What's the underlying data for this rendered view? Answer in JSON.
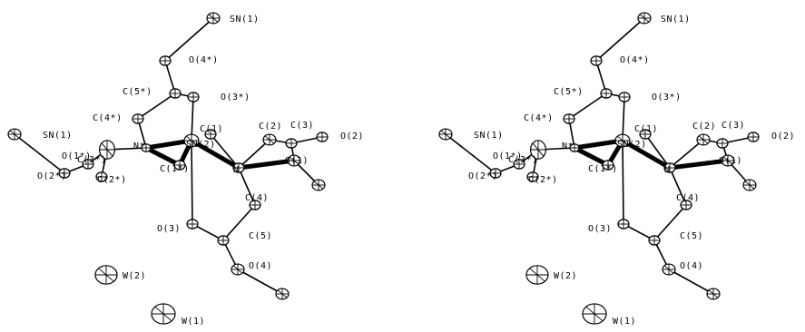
{
  "figure": {
    "views": [
      "left",
      "right"
    ],
    "atom_labels": {
      "sn1": "SN(1)",
      "sn2": "SN(2)",
      "o1": "O(1)",
      "o2": "O(2)",
      "o3": "O(3)",
      "o4": "O(4)",
      "o1s": "O(1*)",
      "o2s": "O(2*)",
      "o3s": "O(3*)",
      "o4s": "O(4*)",
      "n": "N",
      "ns": "N*",
      "c1": "C(1)",
      "c2": "C(2)",
      "c3": "C(3)",
      "c4": "C(4)",
      "c5": "C(5)",
      "c1s": "C(1*)",
      "c2s": "C(2*)",
      "c3s": "C(3*)",
      "c4s": "C(4*)",
      "c5s": "C(5*)",
      "w1": "W(1)",
      "w2": "W(2)"
    }
  }
}
